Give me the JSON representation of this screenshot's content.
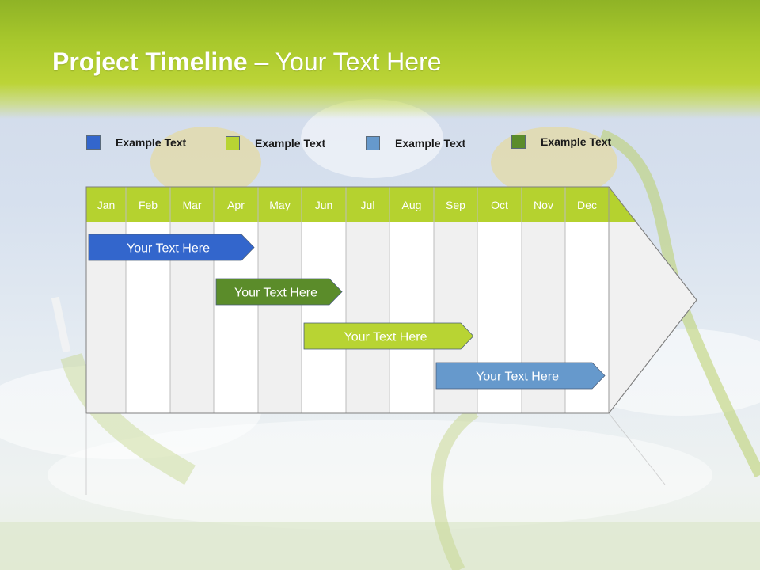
{
  "header": {
    "title_bold": "Project Timeline",
    "title_rest": " – Your Text Here"
  },
  "legend": [
    {
      "label": "Example Text",
      "color": "#3366cc"
    },
    {
      "label": "Example Text",
      "color": "#b8d433"
    },
    {
      "label": "Example Text",
      "color": "#6699cc"
    },
    {
      "label": "Example Text",
      "color": "#5b8c2a"
    }
  ],
  "timeline": {
    "months": [
      "Jan",
      "Feb",
      "Mar",
      "Apr",
      "May",
      "Jun",
      "Jul",
      "Aug",
      "Sep",
      "Oct",
      "Nov",
      "Dec"
    ],
    "header_color": "#b5d22f",
    "tasks": [
      {
        "label": "Your  Text Here",
        "start": "Jan",
        "end": "Apr",
        "color": "#3366cc"
      },
      {
        "label": "Your  Text Here",
        "start": "Apr",
        "end": "Jun",
        "color": "#5b8c2a"
      },
      {
        "label": "Your  Text Here",
        "start": "Jun",
        "end": "Sep",
        "color": "#b8d433"
      },
      {
        "label": "Your  Text Here",
        "start": "Sep",
        "end": "Dec",
        "color": "#6699cc"
      }
    ]
  }
}
